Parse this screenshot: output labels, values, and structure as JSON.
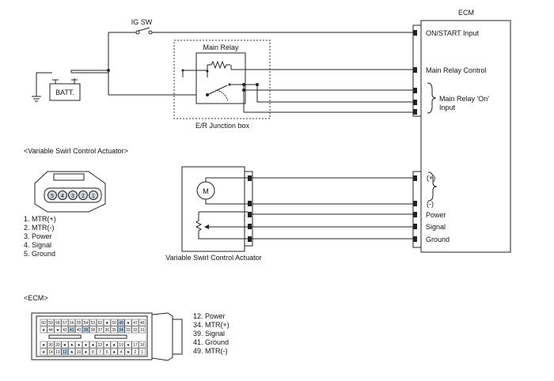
{
  "ecm": {
    "title": "ECM",
    "inputs": {
      "on_start": "ON/START Input",
      "main_relay_control": "Main Relay Control",
      "main_relay_on_input": "Main Relay 'On'\nInput",
      "plus": "(+)",
      "minus": "(-)",
      "power": "Power",
      "signal": "Signal",
      "ground": "Ground"
    }
  },
  "top": {
    "ig_sw": "IG SW",
    "batt": "BATT.",
    "main_relay": "Main Relay",
    "junction_box": "E/R Junction box"
  },
  "actuator": {
    "caption": "Variable Swirl Control Actuator",
    "motor_symbol": "M"
  },
  "vsca_connector": {
    "title": "<Variable Swirl Control Actuator>",
    "pins": [
      "5",
      "4",
      "3",
      "2",
      "1"
    ],
    "legend": [
      "1. MTR(+)",
      "2. MTR(-)",
      "3. Power",
      "4. Signal",
      "5. Ground"
    ]
  },
  "ecm_connector": {
    "title": "<ECM>",
    "row1": [
      "60",
      "59",
      "58",
      "57",
      "56",
      "55",
      "54",
      "53",
      "52",
      "★",
      "50",
      "49",
      "★",
      "47",
      "46"
    ],
    "row2": [
      "★",
      "44",
      "★",
      "42",
      "41",
      "40",
      "39",
      "38",
      "37",
      "36",
      "35",
      "34",
      "33",
      "32",
      "31"
    ],
    "row3": [
      "★",
      "30",
      "29",
      "★",
      "★",
      "★",
      "★",
      "★",
      "22",
      "★",
      "★",
      "19",
      "★",
      "17",
      "16"
    ],
    "row4": [
      "★",
      "14",
      "13",
      "12",
      "★",
      "10",
      "★",
      "8",
      "7",
      "6",
      "★",
      "4",
      "★",
      "2",
      "1"
    ],
    "legend": [
      "12. Power",
      "34. MTR(+)",
      "39. Signal",
      "41. Ground",
      "49. MTR(-)"
    ]
  }
}
